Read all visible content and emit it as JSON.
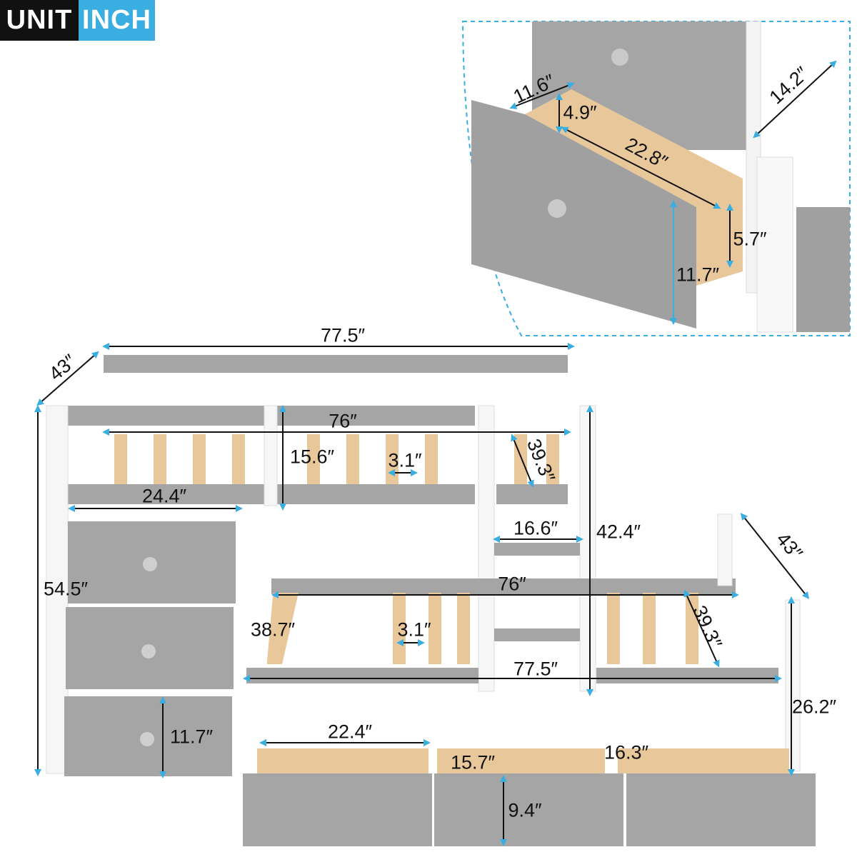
{
  "badge": {
    "unit_label": "UNIT",
    "unit_value": "INCH"
  },
  "colors": {
    "dimension_arrow": "#3aaee0",
    "panel_gray": "#9e9e9e",
    "frame_white": "#ffffff",
    "slat_wood": "#e8c89a",
    "badge_black": "#111111",
    "badge_blue": "#3aaee0"
  },
  "dimensions": {
    "top_length": "77.5″",
    "top_depth": "43″",
    "top_inner_length": "76″",
    "guardrail_height": "15.6″",
    "top_slat_gap": "3.1″",
    "top_inner_width": "39.3″",
    "cabinet_width": "24.4″",
    "ladder_width": "16.6″",
    "ladder_height": "42.4″",
    "total_height": "54.5″",
    "lower_depth": "43″",
    "lower_inner_length": "76″",
    "clearance_height": "38.7″",
    "lower_slat_gap": "3.1″",
    "lower_inner_width": "39.3″",
    "lower_length": "77.5″",
    "lower_bed_height": "26.2″",
    "cabinet_drawer_height": "11.7″",
    "under_drawer_length": "22.4″",
    "under_drawer_inner_width": "15.7″",
    "under_drawer_width": "16.3″",
    "under_drawer_height": "9.4″"
  },
  "inset": {
    "drawer_depth_outer": "11.6″",
    "drawer_inner_height": "4.9″",
    "drawer_length": "22.8″",
    "drawer_width": "14.2″",
    "drawer_box_height": "5.7″",
    "drawer_front_height": "11.7″"
  }
}
